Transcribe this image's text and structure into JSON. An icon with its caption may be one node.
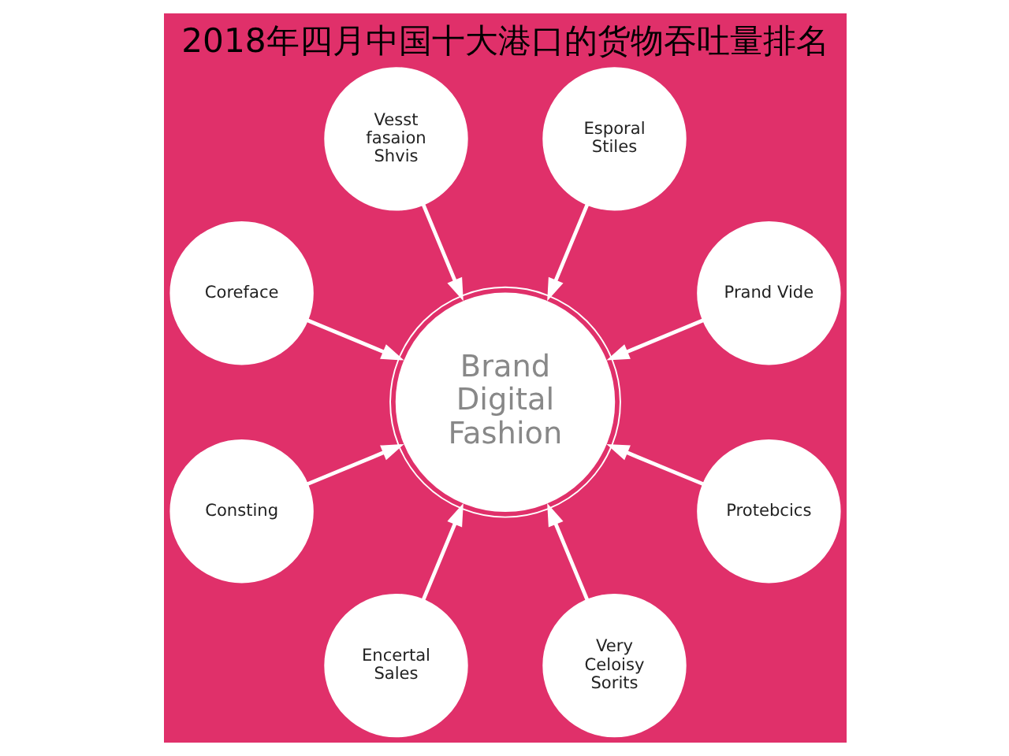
{
  "diagram": {
    "title": "2018年四月中国十大港口的货物吞吐量排名",
    "nodes": [
      {
        "text": [
          "Prand Vide"
        ]
      },
      {
        "text": [
          "Esporal Stiles"
        ]
      },
      {
        "text": [
          "Vesst fasaion Shvis"
        ]
      },
      {
        "text": [
          "Coreface"
        ]
      },
      {
        "text": [
          "Brand Digital Fashion"
        ]
      },
      {
        "text": [
          "Consting"
        ]
      },
      {
        "text": [
          "Encertal Sales"
        ]
      },
      {
        "text": [
          "Very Celoisy Sorits"
        ]
      },
      {
        "text": [
          "Protebcics"
        ]
      }
    ],
    "edges": [
      {
        "from": 0,
        "to": 4,
        "arrow": "to"
      },
      {
        "from": 1,
        "to": 4,
        "arrow": "to"
      },
      {
        "from": 2,
        "to": 4,
        "arrow": "to"
      },
      {
        "from": 3,
        "to": 4,
        "arrow": "to"
      },
      {
        "from": 5,
        "to": 4,
        "arrow": "to"
      },
      {
        "from": 6,
        "to": 4,
        "arrow": "to"
      },
      {
        "from": 7,
        "to": 4,
        "arrow": "to"
      },
      {
        "from": 8,
        "to": 4,
        "arrow": "to"
      }
    ]
  }
}
